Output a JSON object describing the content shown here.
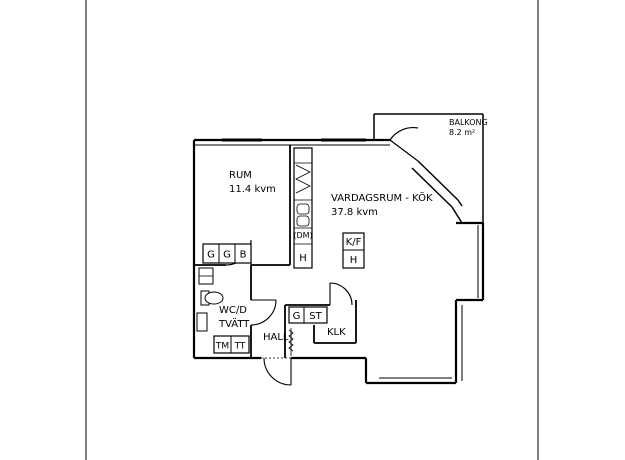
{
  "floorplan": {
    "rooms": {
      "balcony": {
        "name": "BALKONG",
        "area": "8.2 m²"
      },
      "bedroom": {
        "name": "RUM",
        "area": "11.4 kvm"
      },
      "living": {
        "name": "VARDAGSRUM - KÖK",
        "area": "37.8 kvm"
      },
      "bath_name": "WC/D",
      "bath_sub": "TVÄTT",
      "hall": "HALL",
      "closet": "KLK"
    },
    "fixtures": {
      "kf": "K/F",
      "h_kitchen": "H",
      "dm": "(DM)",
      "h_wall": "H",
      "wardrobe": [
        "G",
        "G",
        "B"
      ],
      "hall_closet": [
        "G",
        "ST"
      ],
      "laundry": [
        "TM",
        "TT"
      ]
    }
  }
}
